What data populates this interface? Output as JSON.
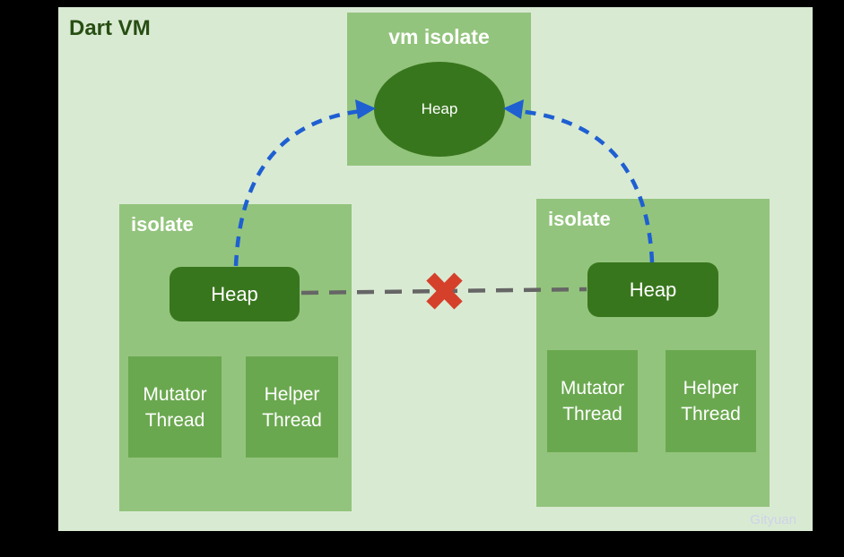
{
  "diagram": {
    "title": "Dart VM",
    "vm_isolate": {
      "label": "vm isolate",
      "heap": "Heap"
    },
    "isolate_left": {
      "label": "isolate",
      "heap": "Heap",
      "mutator_thread": "Mutator Thread",
      "helper_thread": "Helper Thread"
    },
    "isolate_right": {
      "label": "isolate",
      "heap": "Heap",
      "mutator_thread": "Mutator Thread",
      "helper_thread": "Helper Thread"
    },
    "connections": {
      "left_heap_to_vm_heap": "dashed blue arrow",
      "right_heap_to_vm_heap": "dashed blue arrow",
      "heap_to_heap_blocked": "dashed gray line with red cross (no direct access)"
    },
    "watermark": "Gityuan"
  },
  "colors": {
    "background": "#000000",
    "canvas": "#d9ead3",
    "isolate_box": "#93c47d",
    "thread_box": "#6aa84f",
    "heap": "#38761d",
    "title_text": "#274e13",
    "label_text": "#ffffff",
    "arrow_blue": "#1e5fd2",
    "line_gray": "#666666",
    "cross_red": "#d5402b",
    "watermark_text": "#ccd3e8"
  }
}
